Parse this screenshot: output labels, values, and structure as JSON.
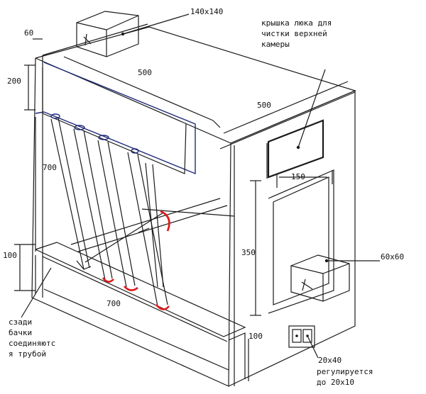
{
  "colors": {
    "ink": "#1a1a1a",
    "blue": "#1f2a7a",
    "accent": "#e01818"
  },
  "dimensions": {
    "d140x140": "140x140",
    "d60": "60",
    "d200": "200",
    "d500_top": "500",
    "d500_side": "500",
    "d700_left": "700",
    "d150": "150",
    "d350": "350",
    "d60x60": "60x60",
    "d100_left": "100",
    "d700_bottom": "700",
    "d100_bottom": "100",
    "d20x40": "20x40"
  },
  "notes": {
    "hatch_cover": [
      "крышка люка для",
      "чистки верхней",
      "камеры"
    ],
    "tanks": [
      "сзади",
      "бачки",
      "соединяютс",
      "я трубой"
    ],
    "adjust": [
      "регулируется",
      "до 20x10"
    ]
  }
}
